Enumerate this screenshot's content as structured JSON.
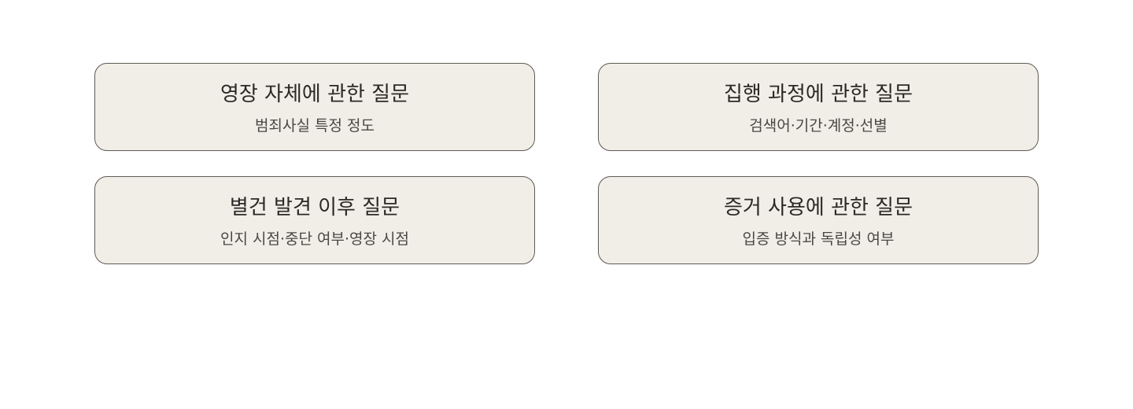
{
  "cards": [
    {
      "title": "영장 자체에 관한 질문",
      "subtitle": "범죄사실 특정 정도"
    },
    {
      "title": "집행 과정에 관한 질문",
      "subtitle": "검색어·기간·계정·선별"
    },
    {
      "title": "별건 발견 이후 질문",
      "subtitle": "인지 시점·중단 여부·영장 시점"
    },
    {
      "title": "증거 사용에 관한 질문",
      "subtitle": "입증 방식과 독립성 여부"
    }
  ],
  "colors": {
    "card_fill": "#f1eee7",
    "card_border": "#5e5a55",
    "title_text": "#2b2926",
    "subtitle_text": "#4a4744"
  }
}
